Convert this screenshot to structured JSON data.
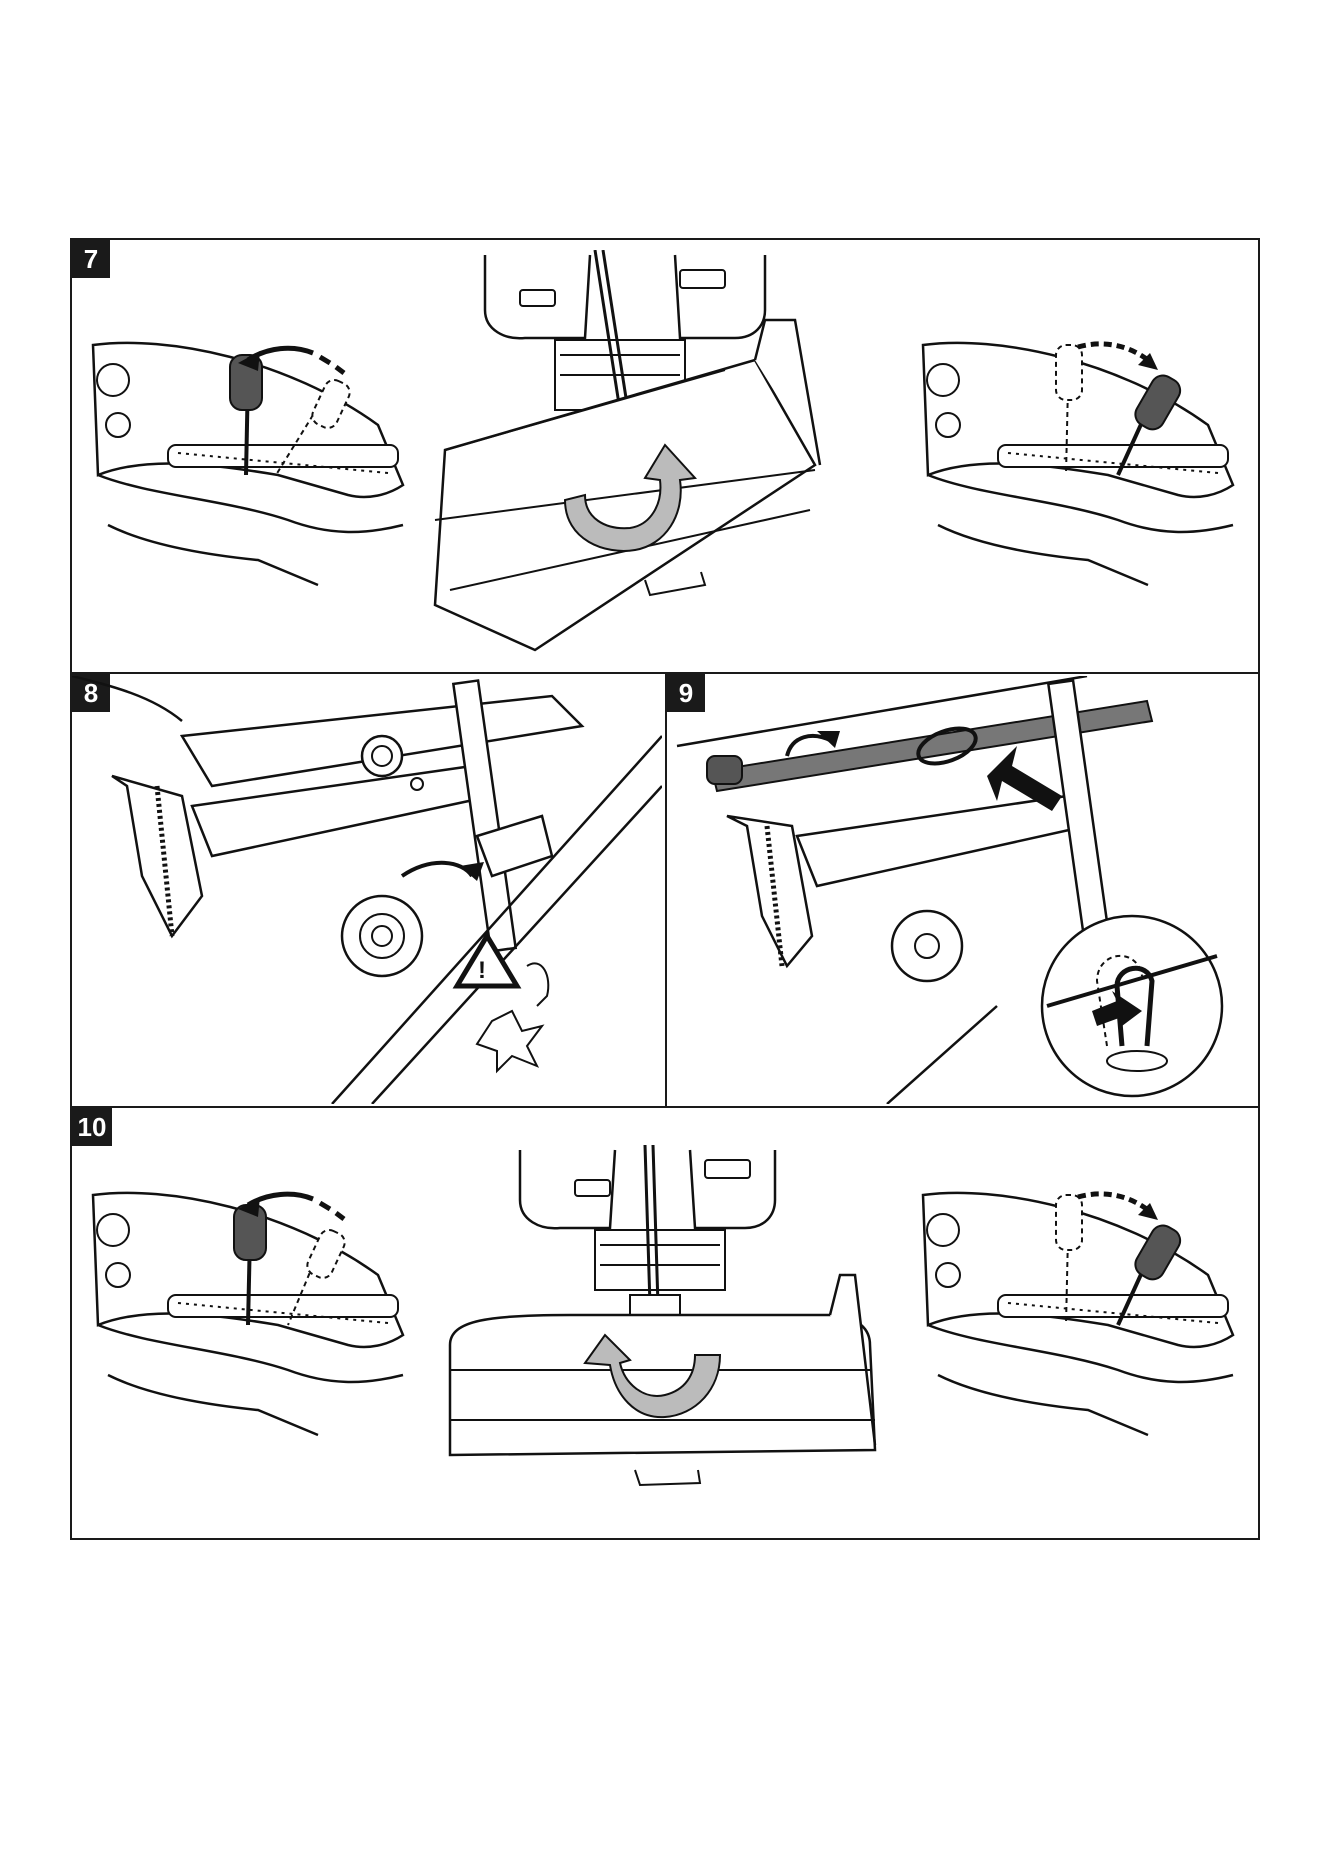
{
  "steps": [
    {
      "number": "7"
    },
    {
      "number": "8"
    },
    {
      "number": "9"
    },
    {
      "number": "10"
    }
  ]
}
